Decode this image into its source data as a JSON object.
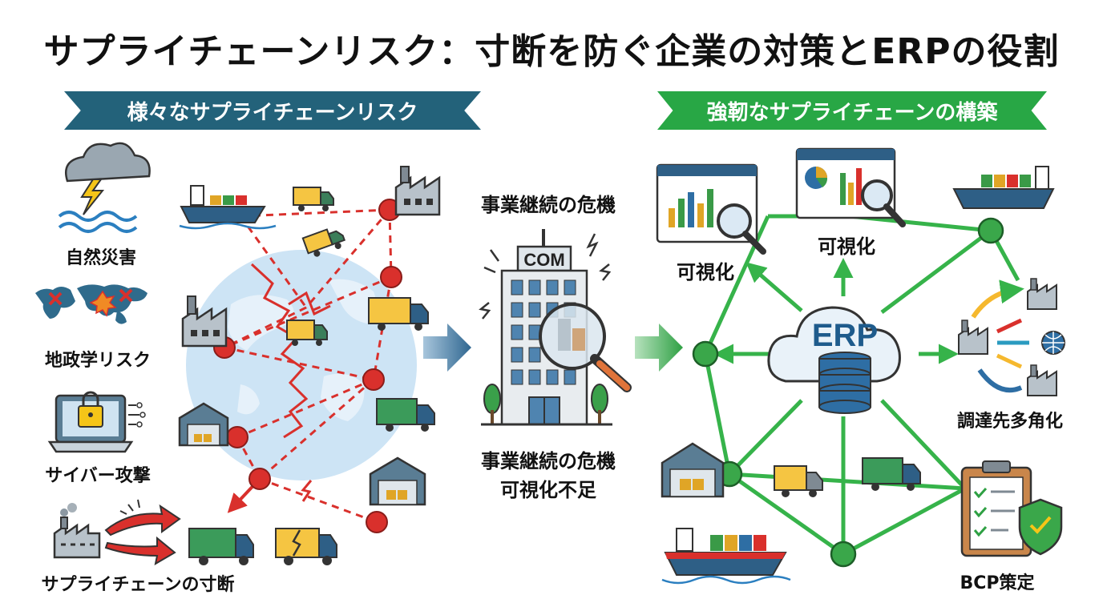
{
  "title": "サプライチェーンリスク：寸断を防ぐ企業の対策とERPの役割",
  "left_panel": {
    "banner": "様々なサプライチェーンリスク",
    "risks": [
      {
        "label": "自然災害",
        "icon": "storm-icon"
      },
      {
        "label": "地政学リスク",
        "icon": "world-map-icon"
      },
      {
        "label": "サイバー攻撃",
        "icon": "laptop-lock-icon"
      },
      {
        "label": "サプライチェーンの寸断",
        "icon": "broken-chain-icon"
      }
    ]
  },
  "center_panel": {
    "top_label": "事業継続の危機",
    "building_sign": "COM",
    "bottom_label_line1": "事業継続の危機",
    "bottom_label_line2": "可視化不足"
  },
  "right_panel": {
    "banner": "強靭なサプライチェーンの構築",
    "hub_label": "ERP",
    "visibility_left": "可視化",
    "visibility_top": "可視化",
    "diversification": "調達先多角化",
    "bcp": "BCP策定"
  },
  "colors": {
    "risk_banner": "#23627a",
    "resilience_banner": "#28a745",
    "risk_line": "#d9302c",
    "network_line": "#36b34a",
    "globe": "#cde4f5",
    "erp_text": "#1e5b8c"
  }
}
